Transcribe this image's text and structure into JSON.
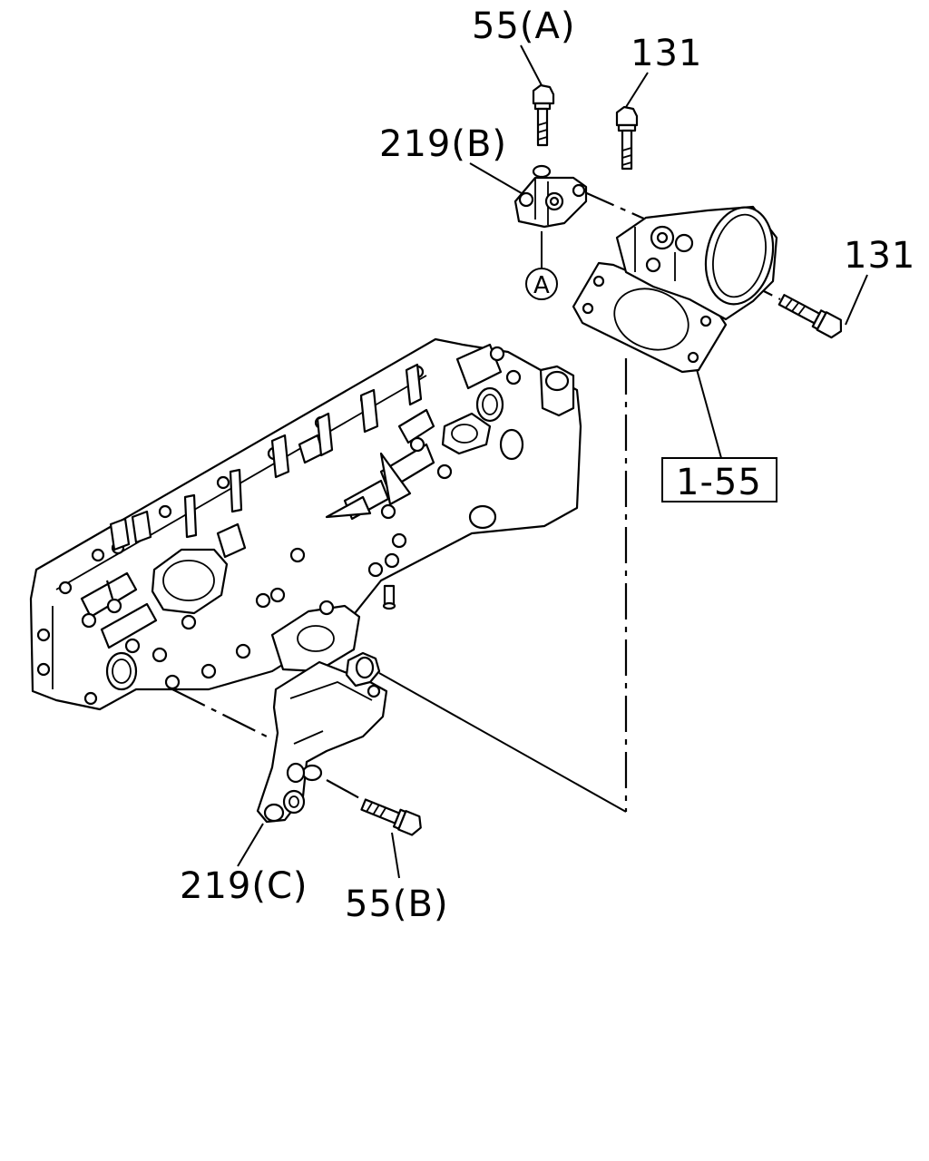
{
  "labels": {
    "bolt_top_a": "55(A)",
    "bolt_top_131": "131",
    "bracket_b": "219(B)",
    "callout_a": "A",
    "bolt_right_131": "131",
    "ref_box": "1-55",
    "bracket_c": "219(C)",
    "bolt_b": "55(B)"
  }
}
